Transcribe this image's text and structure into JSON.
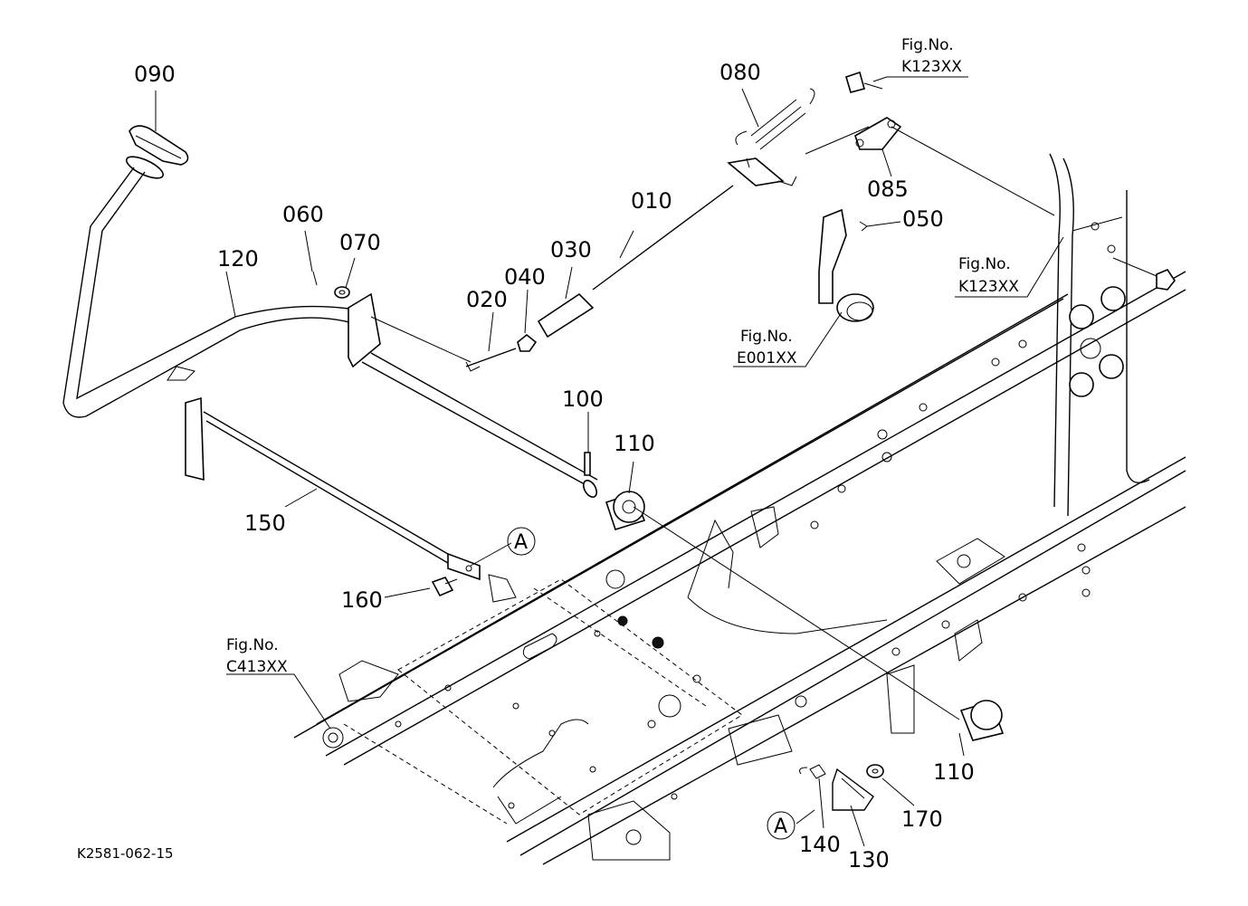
{
  "drawing_code": "K2581-062-15",
  "callout_letter": "A",
  "fig_prefix": "Fig.No.",
  "part_labels": {
    "p010": "010",
    "p020": "020",
    "p030": "030",
    "p040": "040",
    "p050": "050",
    "p060": "060",
    "p070": "070",
    "p080": "080",
    "p085": "085",
    "p090": "090",
    "p100": "100",
    "p110a": "110",
    "p110b": "110",
    "p120": "120",
    "p130": "130",
    "p140": "140",
    "p150": "150",
    "p160": "160",
    "p170": "170"
  },
  "fig_refs": {
    "top": "K123XX",
    "right": "K123XX",
    "middle": "E001XX",
    "left": "C413XX"
  }
}
